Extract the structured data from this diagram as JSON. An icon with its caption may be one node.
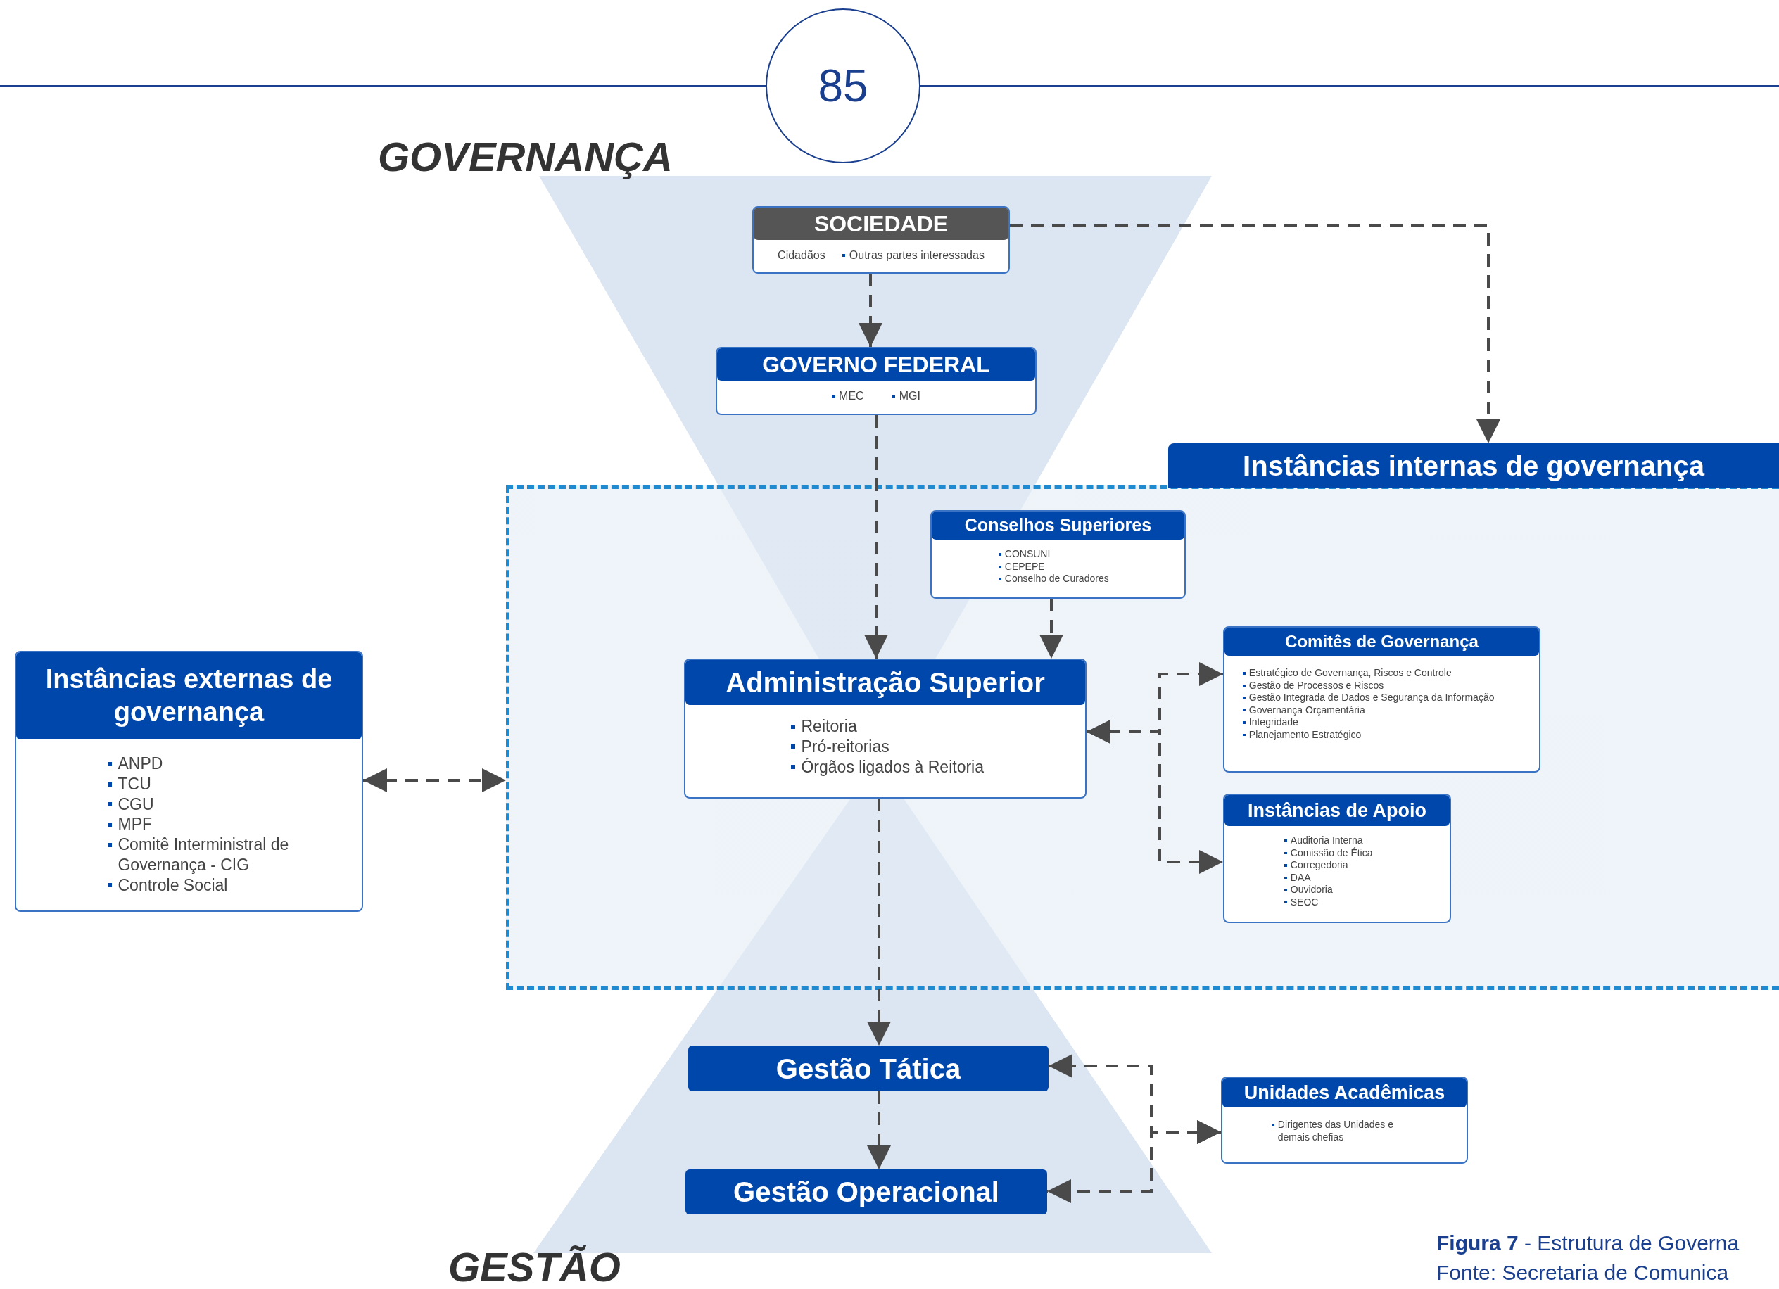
{
  "diagram": {
    "caption": "**Figura 7** - Estrutura de Governa",
    "nodes": [
      {
        "text": [
          "SOCIEDADE",
          "Cidadãos",
          "Outras partes interessadas"
        ]
      },
      {
        "text": [
          "GOVERNO FEDERAL",
          "MEC",
          "MGI"
        ]
      },
      {
        "text": [
          "Instâncias internas de governança"
        ]
      },
      {
        "text": [
          "Conselhos Superiores",
          "CONSUNI",
          "CEPEPE",
          "Conselho de Curadores"
        ],
        "in": 2
      },
      {
        "text": [
          "Administração Superior",
          "Reitoria",
          "Pró-reitorias",
          "Órgãos ligados à Reitoria"
        ],
        "in": 2
      },
      {
        "text": [
          "Comitês de Governança",
          "Estratégico de Governança, Riscos e Controle",
          "Gestão de Processos e Riscos",
          "Gestão Integrada de Dados e Segurança da Informação",
          "Governança Orçamentária",
          "Integridade",
          "Planejamento Estratégico"
        ],
        "in": 2
      },
      {
        "text": [
          "Instâncias de Apoio",
          "Auditoria Interna",
          "Comissão de Ética",
          "Corregedoria",
          "DAA",
          "Ouvidoria",
          "SEOC"
        ],
        "in": 2
      },
      {
        "text": [
          "Instâncias externas de governança",
          "ANPD",
          "TCU",
          "CGU",
          "MPF",
          "Comitê Interministral de Governança - CIG",
          "Controle Social"
        ]
      },
      {
        "text": [
          "Gestão Tática"
        ]
      },
      {
        "text": [
          "Gestão Operacional"
        ]
      },
      {
        "text": [
          "Unidades Acadêmicas",
          "Dirigentes das Unidades e demais chefias"
        ]
      }
    ],
    "edges": [
      {
        "from": 0,
        "to": 1,
        "arrow": "to",
        "style": "dashed"
      },
      {
        "from": 0,
        "to": 2,
        "arrow": "to",
        "style": "dashed"
      },
      {
        "from": 1,
        "to": 4,
        "arrow": "to",
        "style": "dashed"
      },
      {
        "from": 3,
        "to": 4,
        "arrow": "to",
        "style": "dashed"
      },
      {
        "from": 4,
        "to": 5,
        "arrow": "both",
        "style": "dashed"
      },
      {
        "from": 4,
        "to": 6,
        "arrow": "both",
        "style": "dashed"
      },
      {
        "from": 7,
        "to": 2,
        "arrow": "both",
        "style": "dashed"
      },
      {
        "from": 4,
        "to": 8,
        "arrow": "to",
        "style": "dashed"
      },
      {
        "from": 8,
        "to": 9,
        "arrow": "to",
        "style": "dashed"
      },
      {
        "from": 10,
        "to": 8,
        "arrow": "both",
        "style": "dashed"
      },
      {
        "from": 10,
        "to": 9,
        "arrow": "both",
        "style": "dashed"
      }
    ],
    "labels": [
      "85",
      "GOVERNANÇA",
      "GESTÃO",
      "Fonte: Secretaria de Comunica"
    ]
  }
}
